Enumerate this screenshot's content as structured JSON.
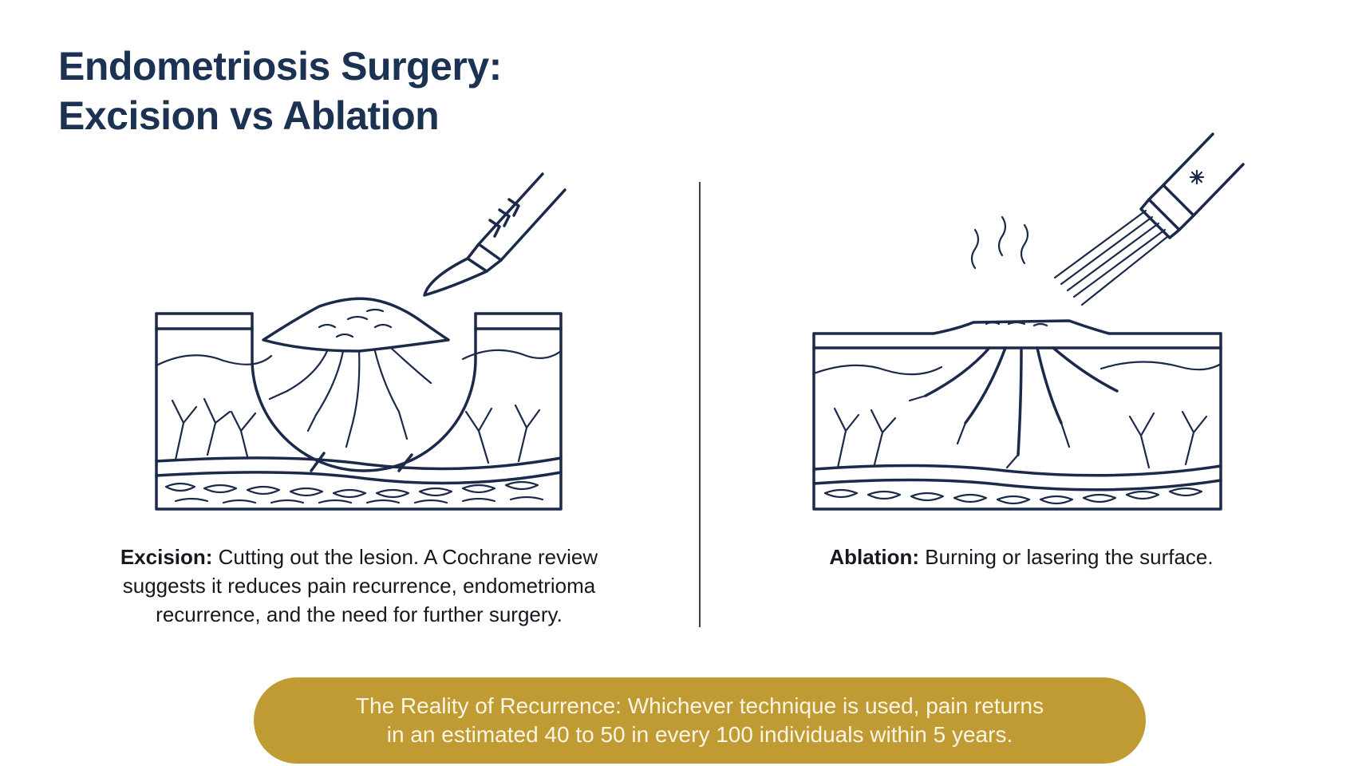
{
  "title": {
    "line1": "Endometriosis Surgery:",
    "line2": "Excision vs Ablation"
  },
  "excision": {
    "label": "Excision:",
    "text": "Cutting out the lesion. A Cochrane review suggests it reduces pain recurrence, endometrioma recurrence, and the need for further surgery."
  },
  "ablation": {
    "label": "Ablation:",
    "text": "Burning or lasering the surface."
  },
  "banner": {
    "line1": "The Reality of Recurrence: Whichever technique is used, pain returns",
    "line2": "in an estimated 40 to 50 in every 100 individuals within 5 years."
  },
  "colors": {
    "title": "#1c3252",
    "ink": "#1b2a4a",
    "banner_bg": "#c09a33",
    "banner_text": "#fbf6e4"
  },
  "icons": [
    "scalpel-icon",
    "laser-icon"
  ]
}
